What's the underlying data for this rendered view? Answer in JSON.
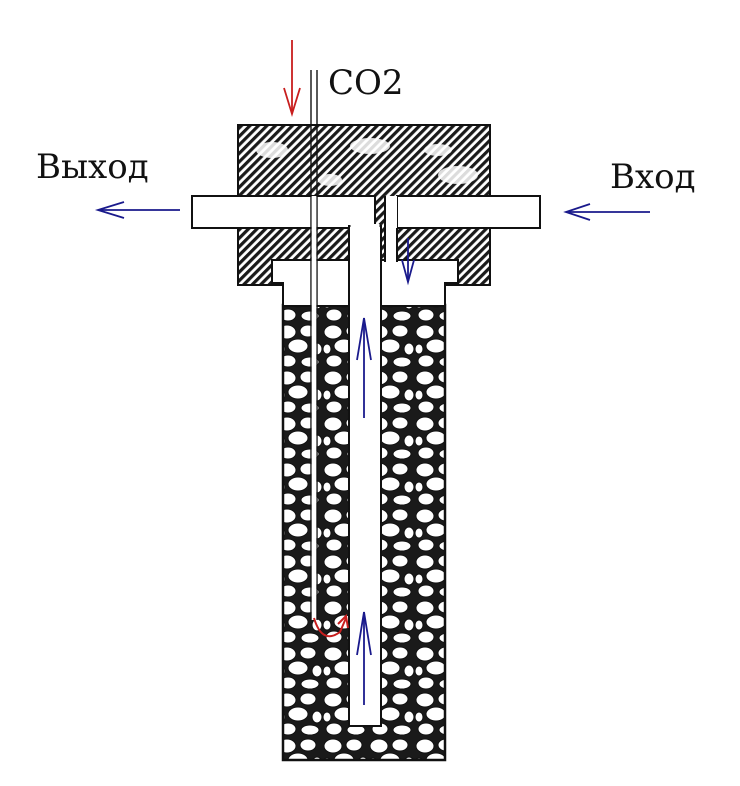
{
  "labels": {
    "co2": "CO2",
    "outlet": "Выход",
    "inlet": "Вход"
  },
  "colors": {
    "flow_arrow": "#1a1a8c",
    "co2_arrow": "#c81e1e",
    "outline": "#111111",
    "background": "#ffffff"
  }
}
